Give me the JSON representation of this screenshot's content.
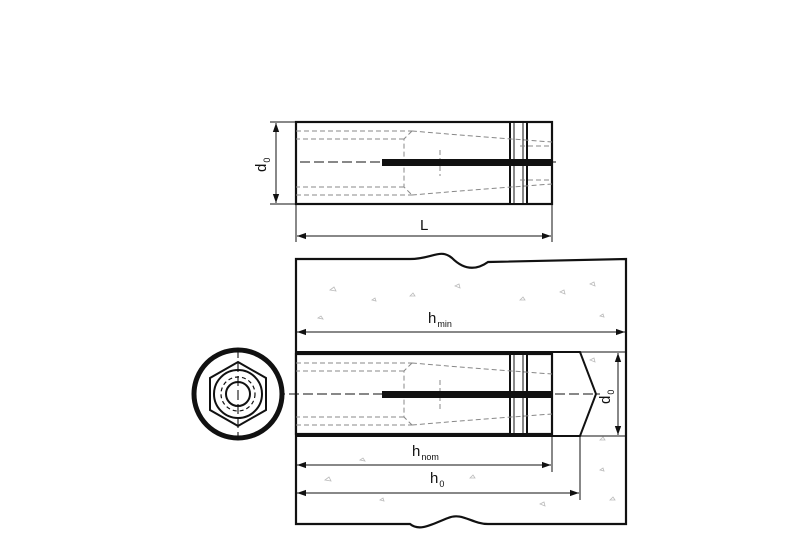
{
  "labels": {
    "d0_top": {
      "main": "d",
      "sub": "0"
    },
    "L": "L",
    "h_min": {
      "main": "h",
      "sub": "min"
    },
    "d0_side": {
      "main": "d",
      "sub": "0"
    },
    "h_nom": {
      "main": "h",
      "sub": "nom"
    },
    "h0": {
      "main": "h",
      "sub": "0"
    }
  }
}
